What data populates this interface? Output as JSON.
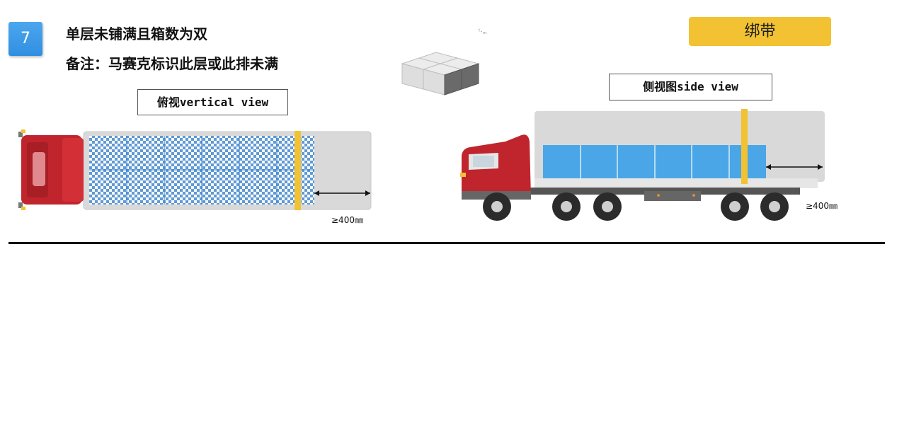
{
  "step": {
    "number": "7"
  },
  "header": {
    "title": "单层未铺满且箱数为双",
    "note": "备注：马赛克标识此层或此排未满"
  },
  "tag": {
    "label": "绑带"
  },
  "views": {
    "top_label": "俯视vertical view",
    "side_label": "侧视图side view"
  },
  "dimensions": {
    "top_gap": "≥400㎜",
    "side_gap": "≥400㎜"
  },
  "tiny_mark": "ᵗ⸱ₘ",
  "colors": {
    "badge": "#3a9ae8",
    "strap": "#f2c233",
    "cargo_blue": "#4aa6e6",
    "cab_red": "#c0242c",
    "trailer_gray": "#d9d9d9"
  },
  "icons": {
    "boxes": "cargo-boxes-icon",
    "top_truck": "truck-top-view-icon",
    "side_truck": "truck-side-view-icon",
    "arrow": "double-arrow-icon"
  }
}
